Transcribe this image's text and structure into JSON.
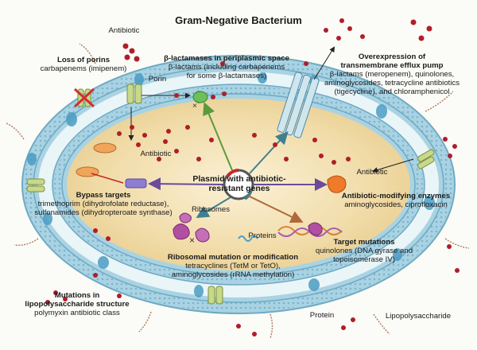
{
  "title": "Gram-Negative Bacterium",
  "labels": {
    "antibiotic_top": "Antibiotic",
    "porin": "Porin",
    "antibiotic_mid": "Antibiotic",
    "antibiotic_right": "Antibiotic",
    "ribosomes": "Ribosomes",
    "proteins": "Proteins",
    "protein": "Protein",
    "lipopolysaccharide": "Lipopolysaccharide"
  },
  "callouts": {
    "loss_of_porins": {
      "title": "Loss of porins",
      "lines": [
        "carbapenems (imipenem)"
      ]
    },
    "beta_lactamases": {
      "title": "β-lactamases in periplasmic space",
      "lines": [
        "β-lactams (including carbapenems",
        "for some β-lactamases)"
      ]
    },
    "efflux_pump": {
      "title": "Overexpression of",
      "title2": "transmembrane efflux pump",
      "lines": [
        "β-lactams (meropenem), quinolones,",
        "aminoglycosides, tetracycline antibiotics",
        "(tigecycline), and chloramphenicol"
      ]
    },
    "plasmid": {
      "title": "Plasmid with antibiotic-",
      "title2": "resistant genes"
    },
    "bypass": {
      "title": "Bypass targets",
      "lines": [
        "trimethoprim (dihydrofolate reductase),",
        "sulfonamides (dihydropteroate synthase)"
      ]
    },
    "modifying_enzymes": {
      "title": "Antibiotic-modifying enzymes",
      "lines": [
        "aminoglycosides, ciprofloxacin"
      ]
    },
    "target_mutations": {
      "title": "Target mutations",
      "lines": [
        "quinolones (DNA gyrase and",
        "topoisomerase IV)"
      ]
    },
    "ribosomal": {
      "title": "Ribosomal mutation or modification",
      "lines": [
        "tetracyclines (TetM or TetO),",
        "aminoglycosides (rRNA methylation)"
      ]
    },
    "lps": {
      "title": "Mutations in",
      "title2": "lipopolysaccharide structure",
      "lines": [
        "polymyxin antibiotic class"
      ]
    }
  },
  "colors": {
    "membrane": "#a9d3e3",
    "membrane_dots": "#5f9fbf",
    "cytoplasm": "#f1dca9",
    "cytoplasm_outer": "#fdf5e0",
    "antibiotic": "#b01e28",
    "arrow_green": "#5a9a3c",
    "arrow_teal": "#3f7f8f",
    "arrow_purple": "#6d4a9a",
    "arrow_brown": "#b0683a",
    "arrow_red": "#c62828"
  }
}
